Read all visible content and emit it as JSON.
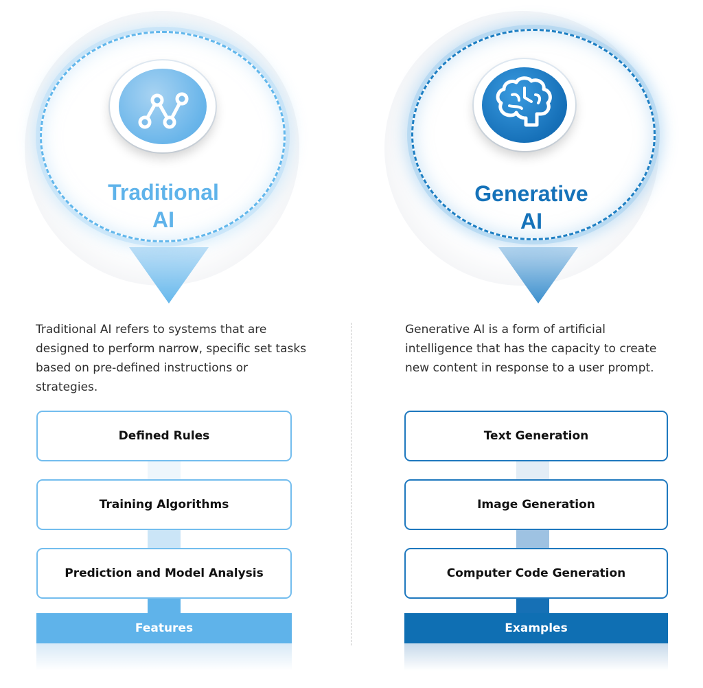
{
  "traditional": {
    "title_line1": "Traditional",
    "title_line2": "AI",
    "icon": "line-chart-icon",
    "accent": "#5fb3ea",
    "description": "Traditional AI refers to systems that are designed to perform narrow, specific set tasks based on pre-defined instructions or strategies.",
    "items": [
      "Defined Rules",
      "Training Algorithms",
      "Prediction and Model Analysis"
    ],
    "footer": "Features"
  },
  "generative": {
    "title_line1": "Generative",
    "title_line2": "AI",
    "icon": "brain-icon",
    "accent": "#1572b9",
    "description": "Generative AI is a form of artificial intelligence that has the capacity to create new content in response to a user prompt.",
    "items": [
      "Text Generation",
      "Image Generation",
      "Computer Code Generation"
    ],
    "footer": "Examples"
  }
}
